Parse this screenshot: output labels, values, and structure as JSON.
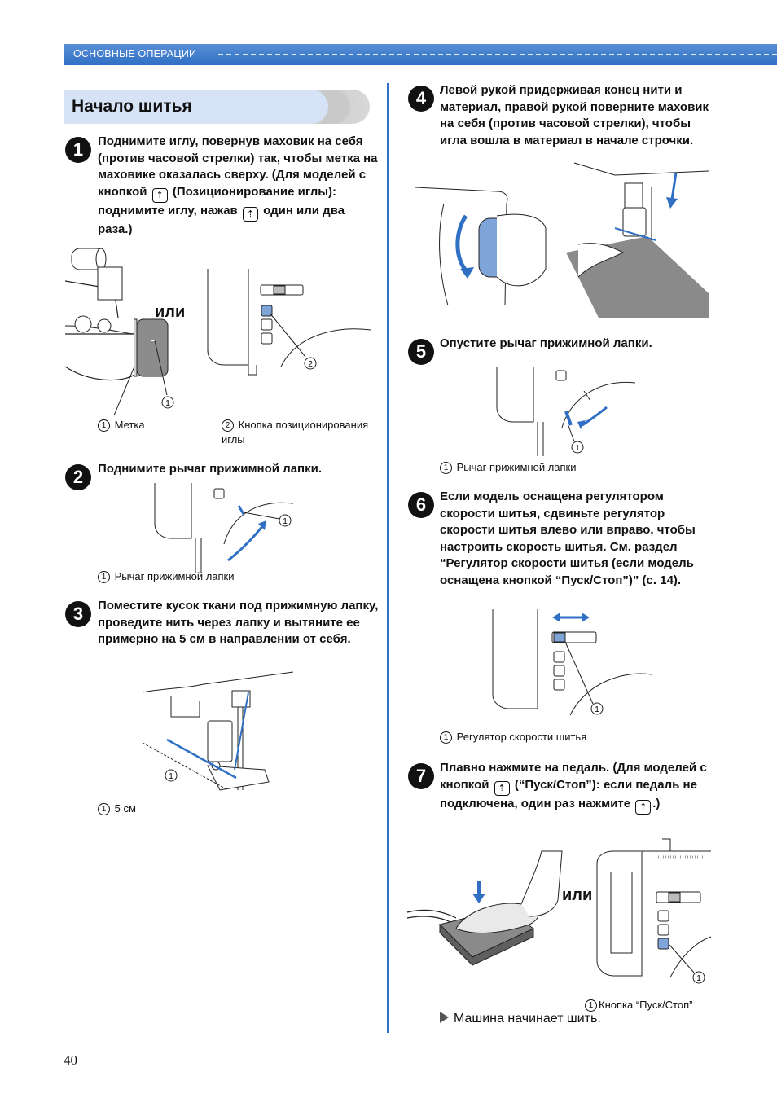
{
  "header": {
    "section": "ОСНОВНЫЕ ОПЕРАЦИИ"
  },
  "title": "Начало шитья",
  "or_label": "или",
  "steps": [
    {
      "num": "1",
      "text_a": "Поднимите иглу, повернув маховик на себя (против часовой стрелки) так, чтобы метка на маховике оказалась сверху. (Для моделей с кнопкой",
      "text_b": "(Позиционирование иглы): поднимите иглу, нажав",
      "text_c": "один или два раза.)"
    },
    {
      "num": "2",
      "text": "Поднимите рычаг прижимной лапки."
    },
    {
      "num": "3",
      "text": "Поместите кусок ткани под прижимную лапку, проведите нить через лапку и вытяните ее примерно на 5 см в направлении от себя."
    },
    {
      "num": "4",
      "text": "Левой рукой придерживая конец нити и материал, правой рукой поверните маховик на себя (против часовой стрелки), чтобы игла вошла в материал в начале строчки."
    },
    {
      "num": "5",
      "text": "Опустите рычаг прижимной лапки."
    },
    {
      "num": "6",
      "text": "Если модель оснащена регулятором скорости шитья, сдвиньте регулятор скорости шитья влево или вправо, чтобы настроить скорость шитья. См. раздел “Регулятор скорости шитья (если модель оснащена кнопкой “Пуск/Стоп”)” (с. 14)."
    },
    {
      "num": "7",
      "text_a": "Плавно нажмите на педаль. (Для моделей с кнопкой",
      "text_b": "(“Пуск/Стоп”): если педаль не подключена, один раз нажмите",
      "text_c": ".)"
    }
  ],
  "captions": {
    "s1_1": "Метка",
    "s1_2": "Кнопка позиционирования иглы",
    "s2_1": "Рычаг прижимной лапки",
    "s3_1": "5 см",
    "s5_1": "Рычаг прижимной лапки",
    "s6_1": "Регулятор скорости шитья",
    "s7_1": "Кнопка “Пуск/Стоп”"
  },
  "callouts": {
    "one": "1",
    "two": "2"
  },
  "result": "Машина начинает шить.",
  "page_number": "40",
  "colors": {
    "accent": "#2f6fc4",
    "highlight": "#7fa4d8",
    "gray": "#8a8a8a"
  },
  "icons": {
    "needle_position": "needle-position-icon",
    "foot_lift": "presser-foot-icon",
    "start_stop": "start-stop-icon"
  }
}
